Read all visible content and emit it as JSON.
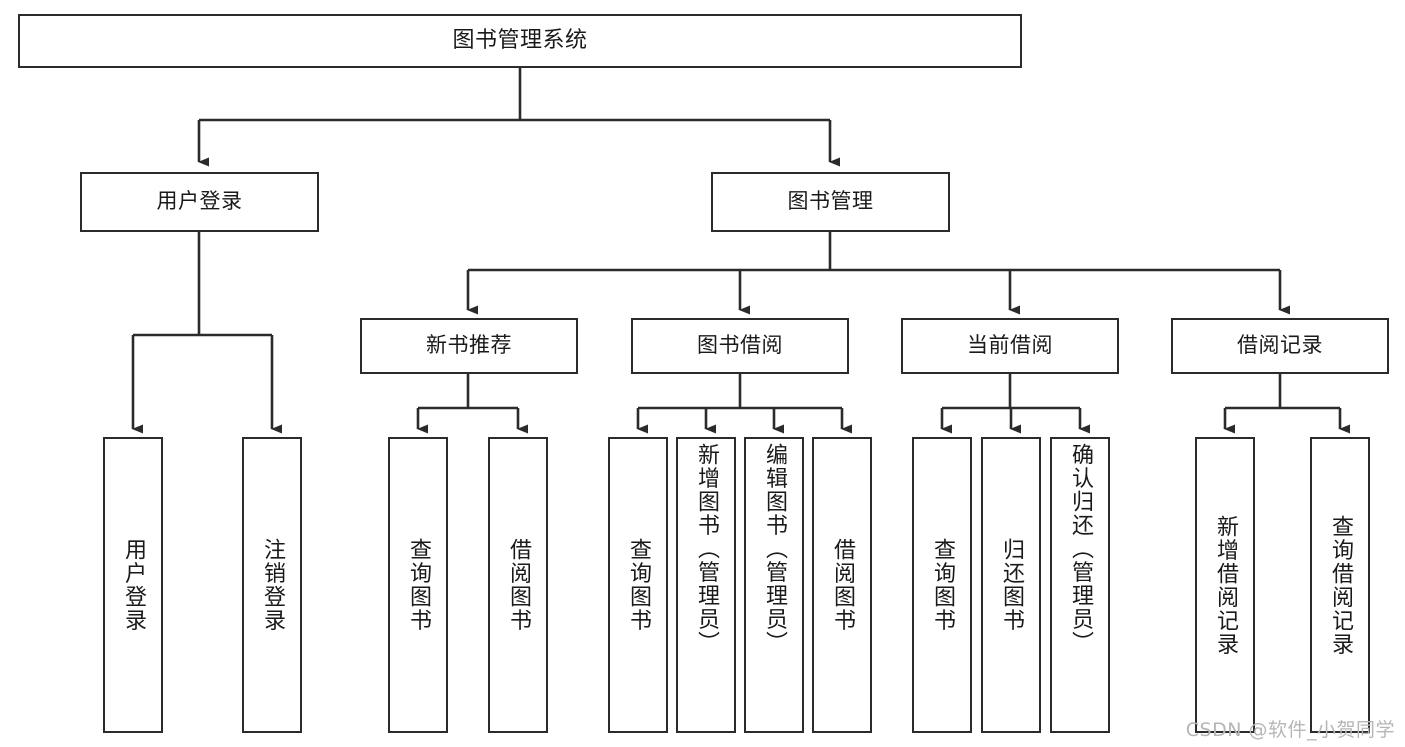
{
  "diagram": {
    "title": "图书管理系统",
    "type": "tree-hierarchy",
    "watermark": "CSDN @软件_小贺同学",
    "colors": {
      "background": "#ffffff",
      "box_border": "#2b2b2b",
      "box_fill": "#ffffff",
      "connector": "#2b2b2b",
      "text": "#1a1a1a",
      "watermark": "#b6b6b6"
    },
    "levels": [
      {
        "level": 1,
        "nodes": [
          {
            "id": "root",
            "label": "图书管理系统",
            "orientation": "horizontal"
          }
        ]
      },
      {
        "level": 2,
        "nodes": [
          {
            "id": "l2-1",
            "label": "用户登录",
            "orientation": "horizontal",
            "parent": "root"
          },
          {
            "id": "l2-2",
            "label": "图书管理",
            "orientation": "horizontal",
            "parent": "root"
          }
        ]
      },
      {
        "level": 3,
        "nodes": [
          {
            "id": "l3-1",
            "label": "新书推荐",
            "orientation": "horizontal",
            "parent": "l2-2"
          },
          {
            "id": "l3-2",
            "label": "图书借阅",
            "orientation": "horizontal",
            "parent": "l2-2"
          },
          {
            "id": "l3-3",
            "label": "当前借阅",
            "orientation": "horizontal",
            "parent": "l2-2"
          },
          {
            "id": "l3-4",
            "label": "借阅记录",
            "orientation": "horizontal",
            "parent": "l2-2"
          }
        ]
      },
      {
        "level": 4,
        "nodes": [
          {
            "id": "leaf-1",
            "label": "用户登录",
            "orientation": "vertical",
            "parent": "l2-1"
          },
          {
            "id": "leaf-2",
            "label": "注销登录",
            "orientation": "vertical",
            "parent": "l2-1"
          },
          {
            "id": "leaf-3",
            "label": "查询图书",
            "orientation": "vertical",
            "parent": "l3-1"
          },
          {
            "id": "leaf-4",
            "label": "借阅图书",
            "orientation": "vertical",
            "parent": "l3-1"
          },
          {
            "id": "leaf-5",
            "label": "查询图书",
            "orientation": "vertical",
            "parent": "l3-2"
          },
          {
            "id": "leaf-6",
            "label": "新增图书（管理员）",
            "orientation": "vertical",
            "parent": "l3-2"
          },
          {
            "id": "leaf-7",
            "label": "编辑图书（管理员）",
            "orientation": "vertical",
            "parent": "l3-2"
          },
          {
            "id": "leaf-8",
            "label": "借阅图书",
            "orientation": "vertical",
            "parent": "l3-2"
          },
          {
            "id": "leaf-9",
            "label": "查询图书",
            "orientation": "vertical",
            "parent": "l3-3"
          },
          {
            "id": "leaf-10",
            "label": "归还图书",
            "orientation": "vertical",
            "parent": "l3-3"
          },
          {
            "id": "leaf-11",
            "label": "确认归还（管理员）",
            "orientation": "vertical",
            "parent": "l3-3"
          },
          {
            "id": "leaf-12",
            "label": "新增借阅记录",
            "orientation": "vertical",
            "parent": "l3-4"
          },
          {
            "id": "leaf-13",
            "label": "查询借阅记录",
            "orientation": "vertical",
            "parent": "l3-4"
          }
        ]
      }
    ]
  }
}
